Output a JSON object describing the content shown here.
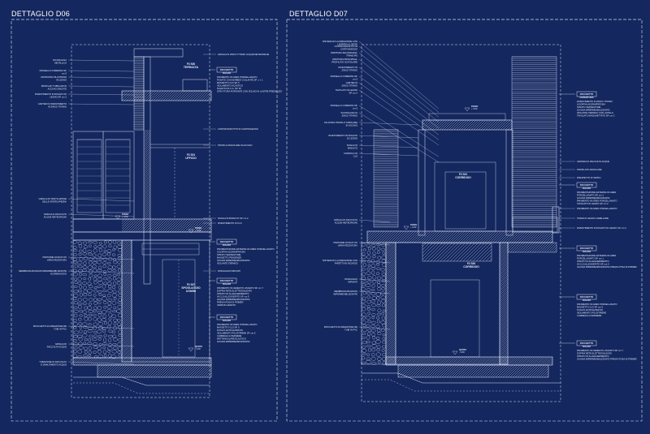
{
  "colors": {
    "background": "#14275e",
    "line": "#dfe6f7",
    "dash": "#c9d3f0"
  },
  "sheet": {
    "title_left": "DETTAGLIO D06",
    "title_right": "DETTAGLIO D07"
  },
  "d06": {
    "rooms": [
      {
        "code": "F3 S00",
        "name": "TERRAZZA"
      },
      {
        "code": "F3 S01",
        "name": "UFFICIO"
      },
      {
        "code": "F3 S07",
        "name": "SPOGLIATOIO UOMINI"
      }
    ],
    "callouts": [
      {
        "title": "PACCHETTO SOLAIO",
        "lines": [
          "PAVIMENTO IN GRES PORCELLANATO",
          "POSATO CON MORBIDI COLLANTE SP. 1 + 1",
          "MASSETTO CLS SP. 5",
          "ISOLAMENTO ACUSTICO",
          "SOLETTA IN C.A. SP. 25",
          "STRUTTURA PORTANTE CON SOLAIO IN LASTRE PREDALLES"
        ]
      },
      {
        "title": "PACCHETTO SOLAIO",
        "lines": [
          "PAVIMENTAZIONE ESTERNA IN GRES PORCELLANATO",
          "A DOPPIA AGGRAPPATURA",
          "STRATO SEPARATORE",
          "MASSETTO PENDENZE",
          "GUAINA IMPERMEABILIZZANTE",
          "ISOLANTE TERMICO"
        ]
      },
      {
        "title": "PACCHETTO SOLAIO",
        "lines": [
          "PAVIMENTO IN CEMENTO LISCIATO SP. cm 7",
          "DOPPIA RETE ELETTROSALDATA",
          "STRATO DI ALLEGGERIMENTO",
          "IN CLS ALLEGGERITO SP. cm 5",
          "GUAINA IMPERMEABILIZZANTE",
          "PREVIA POSA DI PRIMER",
          "VESPAIO AERATO"
        ]
      },
      {
        "title": "PACCHETTO SOLAIO",
        "lines": [
          "PAVIMENTO IN GRES PORCELLANATO",
          "MASSETTO CLS SP. 5",
          "FOGLIO ANTICALPESTIO",
          "ISOLAMENTO POLISTIRENE SP. cm 6",
          "CARREGGI A PERDERE",
          "RETTANGOLARE ELASTICO",
          "GUAINA IMPERMEABILIZZANTE"
        ]
      }
    ],
    "labels_left": [
      "SCOSSALINA METALLICA",
      "PANNELLO COIBENTE SP. cm 5",
      "MONTANTE PILASTRINO IN LEGNO",
      "PROFILATI TUBOLARI IN ACCIAIO ZINCATO",
      "RIVESTIMENTO IN DOGATO DI LEGNO SP. cm 2",
      "CARTER DI RIVESTIMENTO IN ZINCO TITANIO",
      "GRIGLIA DI VENTILAZIONE DELLE INTERCAPEDINI",
      "GRIGLIA E RACCOLTA ACQUE METEORICHE",
      "PIETRAME SCIOLTO DI VARIA PEZZATURA",
      "MEMBRANA BUGNATA IMPERMEABILIZZANTE DI DRENAGGIO",
      "BOCCHETTA DI AREAZIONE DEI TUBI IN PVC",
      "GRIGLIA DI RACCOLTA ACQUE",
      "TUBAZIONE DI RACCOLTA E SMALTIMENTO ACQUE"
    ],
    "labels_mid": [
      "GRIGLIA IN ZINCO TITANIO ACQUE METEORICHE",
      "CONTROSOFFITTO IN CARTONGESSO",
      "PROFILO ANGOLARE IN ACCIAIO",
      "SOGLIA IN BASALTO SP. cm 2",
      "RIVESTIMENTO IN CLS",
      "PASSAGGIO IMPIANTI"
    ]
  },
  "d07": {
    "rooms": [
      {
        "code": "F3 S01",
        "name": "CORRIDOIO"
      },
      {
        "code": "F3 S00",
        "name": "CORRIDOIO"
      }
    ],
    "callouts": [
      {
        "title": "PACCHETTO COPERTURA",
        "lines": [
          "RIVESTIMENTO IN ZINCO TITANIO",
          "A DOPPIA AGGRAPPATURA",
          "STRATO SEPARATORE",
          "GUAINA IMPERMEABILIZZANTE",
          "ISOLANTE TERMICO CON LISTELLI",
          "TAVOLATO MASCHIETTATO SP. cm 2"
        ]
      },
      {
        "title": "PACCHETTO SOLAIO",
        "lines": [
          "PAVIMENTAZIONE ESTERNA IN GRES",
          "PORCELLANATO SP. cm 1",
          "GUAINA IMPERMEABILIZZANTE",
          "PAVIMENTO IN GRES PORCELLANATO",
          "TAVOLATO IN LEGNO SP. cm 2"
        ]
      },
      {
        "title": "PACCHETTO SOLAIO",
        "lines": [
          "PAVIMENTAZIONE ESTERNA IN GRES",
          "PORCELLANATO SP. cm 1",
          "STRATO DI ALLEGGERIMENTO",
          "IN CLS ALLEGGERITO SP. cm 5",
          "GUAINA IMPERMEABILIZZANTE PREVIA POSA DI PRIMER"
        ]
      },
      {
        "title": "PACCHETTO SOLAIO",
        "lines": [
          "PAVIMENTO IN GRES PORCELLANATO",
          "MASSETTO CLS SP. cm 5",
          "FOGLIO ANTICALPESTIO",
          "ISOLAMENTO POLISTIRENE",
          "CARREGGI A PERDERE"
        ]
      },
      {
        "title": "PACCHETTO SOLAIO",
        "lines": [
          "PAVIMENTO IN CEMENTO LISCIATO SP. cm 7",
          "DOPPIA RETE ELETTROSALDATA",
          "STRATO DI ALLEGGERIMENTO",
          "GUAINA IMPERMEABILIZZANTE PREVIA POSA DI PRIMER"
        ]
      }
    ],
    "labels_left": [
      "SISTEMA DI ILLUMINAZIONE CON LAMPADA AL NEON",
      "CONTROSOFFITTO IN CARTONGESSO",
      "ORDITURA SECONDARIA: TRAVE IPE",
      "ORDITURA PRINCIPALE: PROFILATO SCATOLARE",
      "RIVESTIMENTO IN ZINCO TITANIO",
      "PANNELLO COIBENTE SP. cm 5",
      "CARTER IN ZINCO TITANIO",
      "TAVOLATO IN LEGNO SP. cm 2",
      "PANNELLO COIBENTE SP. cm 5",
      "SCOSSALINA IN ZINCO TITANIO",
      "PILASTRO PROFILO TUBOLARE IN ACCIAIO",
      "RIVESTIMENTO IN DOGATO DI LEGNO",
      "SOGLIA IN BASALTO",
      "CORDOLO IN CLS",
      "GRIGLIA DI RACCOLTA ACQUE METEORICHE",
      "PIETRAME SCIOLTO DI VARIA PEZZATURA",
      "SISTEMA DI ILLUMINAZIONE CON FARETTI AD INCASSO",
      "PASSAGGIO IMPIANTI",
      "MEMBRANA BUGNATA IMPERMEABILIZZANTE",
      "BOCCHETTA DI AREAZIONE DEI TUBI IN PVC"
    ],
    "labels_right": [
      "GRONDA DI RACCOLTA ACQUE",
      "PROFILATO ANGOLARE",
      "PARAPETTO IN VETRO",
      "PAVIMENTO IN GRES PORCELLANATO",
      "TRAVE IN LEGNO LAMELLARE",
      "RIVESTIMENTO IN DOGATO DI LEGNO SP. cm 2"
    ]
  },
  "levels": [
    {
      "tag": "PIANO",
      "value": "+ 3.00"
    },
    {
      "tag": "PIANO",
      "value": "+ 0.00"
    },
    {
      "tag": "QUOTA",
      "value": "- 3.00"
    }
  ]
}
